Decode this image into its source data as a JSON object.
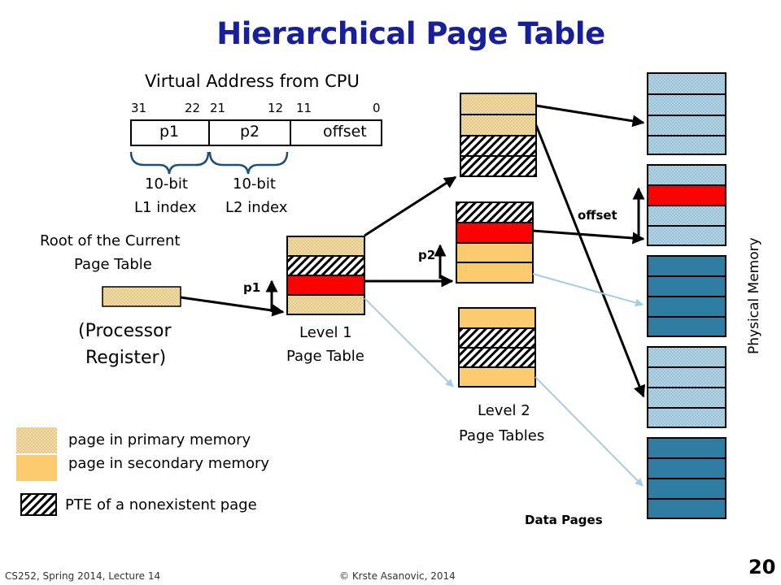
{
  "title": "Hierarchical Page Table",
  "va": {
    "heading": "Virtual Address from CPU",
    "bits": [
      "31",
      "22",
      "21",
      "12",
      "11",
      "0"
    ],
    "fields": [
      "p1",
      "p2",
      "offset"
    ],
    "l1_index": [
      "10-bit",
      "L1 index"
    ],
    "l2_index": [
      "10-bit",
      "L2 index"
    ]
  },
  "root": {
    "label": [
      "Root of the Current",
      "Page Table"
    ],
    "register": [
      "(Processor",
      "Register)"
    ]
  },
  "level1": {
    "label": [
      "Level 1",
      "Page Table"
    ],
    "pointer": "p1"
  },
  "level2": {
    "label": [
      "Level 2",
      "Page Tables"
    ],
    "pointer": "p2"
  },
  "physical": {
    "label": "Physical Memory",
    "offset": "offset",
    "data_pages": "Data Pages"
  },
  "legend": {
    "primary": "page in primary memory",
    "secondary": "page in secondary memory",
    "nonexistent": "PTE of a nonexistent page"
  },
  "footer": {
    "course": "CS252, Spring 2014, Lecture 14",
    "copyright": "© Krste Asanovic, 2014",
    "page_number": "20"
  },
  "colors": {
    "title": "#17209a",
    "primary": "#f3dca4",
    "secondary": "#fccb70",
    "red": "#ff0000",
    "teal": "#2e7ca2",
    "lightblue": "#a7cde0"
  }
}
